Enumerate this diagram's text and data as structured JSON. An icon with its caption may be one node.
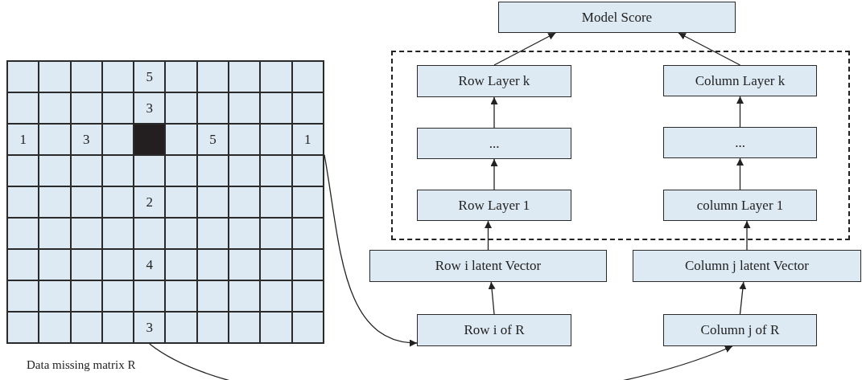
{
  "diagram": {
    "nodes": [
      {
        "text": [],
        "shape": "grid",
        "beside": [
          "Data missing matrix R"
        ]
      },
      {
        "text": [
          "Model Score"
        ]
      },
      {
        "text": [],
        "shape": "box"
      },
      {
        "text": [
          "Row Layer k"
        ],
        "in": 2
      },
      {
        "text": [
          "..."
        ],
        "in": 2
      },
      {
        "text": [
          "Row Layer 1"
        ],
        "in": 2
      },
      {
        "text": [
          "Column Layer k"
        ],
        "in": 2
      },
      {
        "text": [
          "..."
        ],
        "in": 2
      },
      {
        "text": [
          "column Layer 1"
        ],
        "in": 2
      },
      {
        "text": [
          "Row i latent Vector"
        ]
      },
      {
        "text": [
          "Column j latent Vector"
        ]
      },
      {
        "text": [
          "Row i of R"
        ]
      },
      {
        "text": [
          "Column j of R"
        ]
      }
    ],
    "edges": [
      {
        "from": 3,
        "to": 1,
        "arrow": "to"
      },
      {
        "from": 6,
        "to": 1,
        "arrow": "to"
      },
      {
        "from": 4,
        "to": 3,
        "arrow": "to"
      },
      {
        "from": 5,
        "to": 4,
        "arrow": "to"
      },
      {
        "from": 9,
        "to": 5,
        "arrow": "to"
      },
      {
        "from": 7,
        "to": 6,
        "arrow": "to"
      },
      {
        "from": 8,
        "to": 7,
        "arrow": "to"
      },
      {
        "from": 10,
        "to": 8,
        "arrow": "to"
      },
      {
        "from": 11,
        "to": 9,
        "arrow": "to"
      },
      {
        "from": 12,
        "to": 10,
        "arrow": "to"
      },
      {
        "from": 0,
        "to": 11,
        "arrow": "to"
      },
      {
        "from": 0,
        "to": 12,
        "arrow": "to"
      }
    ],
    "labels": [
      "5",
      "3",
      "1",
      "3",
      "5",
      "1",
      "2",
      "4",
      "3"
    ]
  }
}
